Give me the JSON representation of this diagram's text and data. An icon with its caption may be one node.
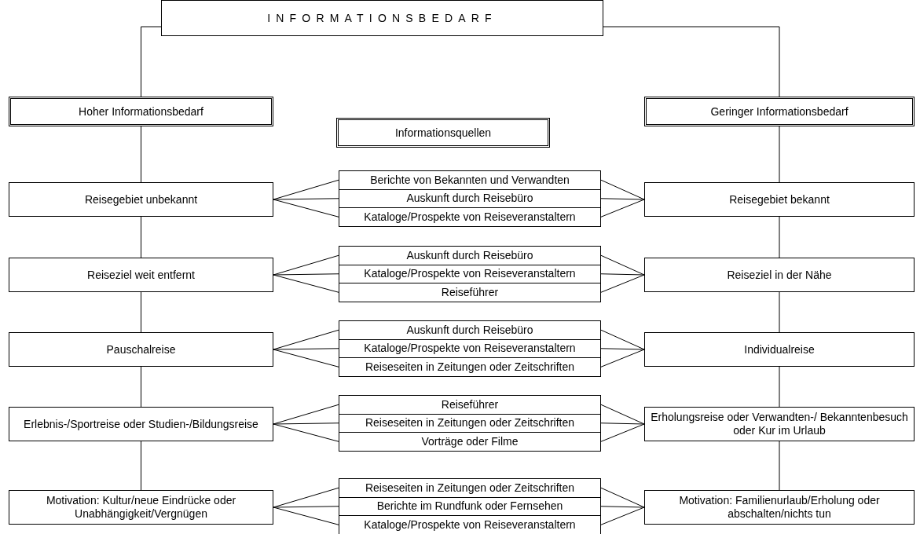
{
  "diagram": {
    "nodes": [
      {
        "text": [
          "INFORMATIONSBEDARF"
        ]
      },
      {
        "text": [
          "Hoher Informationsbedarf"
        ]
      },
      {
        "text": [
          "Informationsquellen"
        ]
      },
      {
        "text": [
          "Geringer Informationsbedarf"
        ]
      },
      {
        "text": [
          "Reisegebiet unbekannt"
        ]
      },
      {
        "text": [
          "Berichte von Bekannten und Verwandten"
        ]
      },
      {
        "text": [
          "Auskunft durch Reisebüro"
        ]
      },
      {
        "text": [
          "Kataloge/Prospekte von Reiseveranstaltern"
        ]
      },
      {
        "text": [
          "Reisegebiet bekannt"
        ]
      },
      {
        "text": [
          "Reiseziel weit entfernt"
        ]
      },
      {
        "text": [
          "Auskunft durch Reisebüro"
        ]
      },
      {
        "text": [
          "Kataloge/Prospekte von Reiseveranstaltern"
        ]
      },
      {
        "text": [
          "Reiseführer"
        ]
      },
      {
        "text": [
          "Reiseziel in der Nähe"
        ]
      },
      {
        "text": [
          "Pauschalreise"
        ]
      },
      {
        "text": [
          "Auskunft durch Reisebüro"
        ]
      },
      {
        "text": [
          "Kataloge/Prospekte von Reiseveranstaltern"
        ]
      },
      {
        "text": [
          "Reiseseiten in Zeitungen oder Zeitschriften"
        ]
      },
      {
        "text": [
          "Individualreise"
        ]
      },
      {
        "text": [
          "Erlebnis-/Sportreise oder Studien-/Bildungsreise"
        ]
      },
      {
        "text": [
          "Reiseführer"
        ]
      },
      {
        "text": [
          "Reiseseiten in Zeitungen oder Zeitschriften"
        ]
      },
      {
        "text": [
          "Vorträge oder Filme"
        ]
      },
      {
        "text": [
          "Erholungsreise oder Verwandten-/ Bekanntenbesuch oder Kur im Urlaub"
        ]
      },
      {
        "text": [
          "Motivation: Kultur/neue Eindrücke oder Unabhängigkeit/Vergnügen"
        ]
      },
      {
        "text": [
          "Reiseseiten in Zeitungen oder Zeitschriften"
        ]
      },
      {
        "text": [
          "Berichte im Rundfunk oder Fernsehen"
        ]
      },
      {
        "text": [
          "Kataloge/Prospekte von Reiseveranstaltern"
        ]
      },
      {
        "text": [
          "Motivation: Familienurlaub/Erholung oder abschalten/nichts tun"
        ]
      }
    ],
    "edges": [
      {
        "from": 0,
        "to": 1,
        "arrow": "none"
      },
      {
        "from": 0,
        "to": 3,
        "arrow": "none"
      },
      {
        "from": 1,
        "to": 4,
        "arrow": "none"
      },
      {
        "from": 3,
        "to": 8,
        "arrow": "none"
      },
      {
        "from": 4,
        "to": 5,
        "arrow": "none"
      },
      {
        "from": 4,
        "to": 6,
        "arrow": "none"
      },
      {
        "from": 4,
        "to": 7,
        "arrow": "none"
      },
      {
        "from": 5,
        "to": 8,
        "arrow": "none"
      },
      {
        "from": 6,
        "to": 8,
        "arrow": "none"
      },
      {
        "from": 7,
        "to": 8,
        "arrow": "none"
      },
      {
        "from": 4,
        "to": 9,
        "arrow": "none"
      },
      {
        "from": 8,
        "to": 13,
        "arrow": "none"
      },
      {
        "from": 9,
        "to": 10,
        "arrow": "none"
      },
      {
        "from": 9,
        "to": 11,
        "arrow": "none"
      },
      {
        "from": 9,
        "to": 12,
        "arrow": "none"
      },
      {
        "from": 10,
        "to": 13,
        "arrow": "none"
      },
      {
        "from": 11,
        "to": 13,
        "arrow": "none"
      },
      {
        "from": 12,
        "to": 13,
        "arrow": "none"
      },
      {
        "from": 9,
        "to": 14,
        "arrow": "none"
      },
      {
        "from": 13,
        "to": 18,
        "arrow": "none"
      },
      {
        "from": 14,
        "to": 15,
        "arrow": "none"
      },
      {
        "from": 14,
        "to": 16,
        "arrow": "none"
      },
      {
        "from": 14,
        "to": 17,
        "arrow": "none"
      },
      {
        "from": 15,
        "to": 18,
        "arrow": "none"
      },
      {
        "from": 16,
        "to": 18,
        "arrow": "none"
      },
      {
        "from": 17,
        "to": 18,
        "arrow": "none"
      },
      {
        "from": 14,
        "to": 19,
        "arrow": "none"
      },
      {
        "from": 18,
        "to": 23,
        "arrow": "none"
      },
      {
        "from": 19,
        "to": 20,
        "arrow": "none"
      },
      {
        "from": 19,
        "to": 21,
        "arrow": "none"
      },
      {
        "from": 19,
        "to": 22,
        "arrow": "none"
      },
      {
        "from": 20,
        "to": 23,
        "arrow": "none"
      },
      {
        "from": 21,
        "to": 23,
        "arrow": "none"
      },
      {
        "from": 22,
        "to": 23,
        "arrow": "none"
      },
      {
        "from": 19,
        "to": 24,
        "arrow": "none"
      },
      {
        "from": 23,
        "to": 28,
        "arrow": "none"
      },
      {
        "from": 24,
        "to": 25,
        "arrow": "none"
      },
      {
        "from": 24,
        "to": 26,
        "arrow": "none"
      },
      {
        "from": 24,
        "to": 27,
        "arrow": "none"
      },
      {
        "from": 25,
        "to": 28,
        "arrow": "none"
      },
      {
        "from": 26,
        "to": 28,
        "arrow": "none"
      },
      {
        "from": 27,
        "to": 28,
        "arrow": "none"
      }
    ]
  }
}
